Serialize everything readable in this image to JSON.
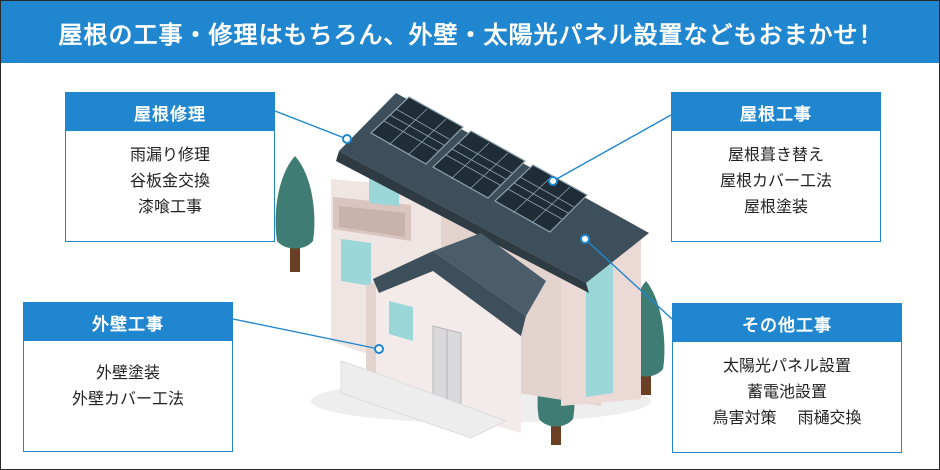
{
  "header": {
    "title": "屋根の工事・修理はもちろん、外壁・太陽光パネル設置などもおまかせ！"
  },
  "colors": {
    "accent": "#1f86cf",
    "roof": "#3d4f5a",
    "wall": "#efe5e2",
    "window": "#9bd6d8",
    "tree": "#3e7c74",
    "trunk": "#6b3f23"
  },
  "cards": {
    "roof_repair": {
      "title": "屋根修理",
      "items": [
        "雨漏り修理",
        "谷板金交換",
        "漆喰工事"
      ]
    },
    "roof_work": {
      "title": "屋根工事",
      "items": [
        "屋根葺き替え",
        "屋根カバー工法",
        "屋根塗装"
      ]
    },
    "exterior": {
      "title": "外壁工事",
      "items": [
        "外壁塗装",
        "外壁カバー工法"
      ]
    },
    "other": {
      "title": "その他工事",
      "items": [
        "太陽光パネル設置",
        "蓄電池設置",
        "鳥害対策　 雨樋交換"
      ]
    }
  }
}
